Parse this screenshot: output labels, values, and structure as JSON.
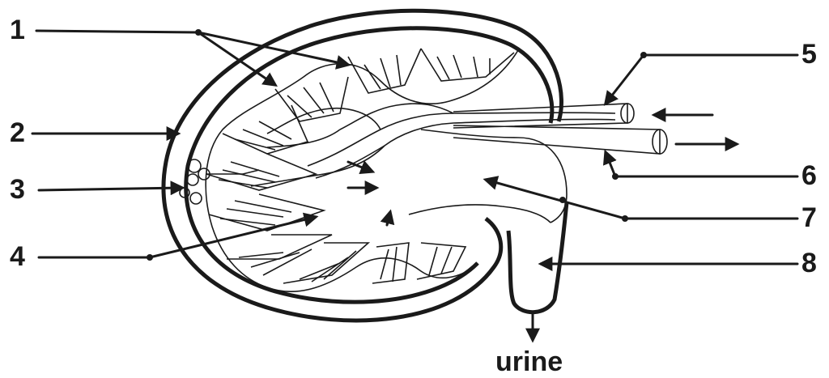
{
  "labels": {
    "l1": "1",
    "l2": "2",
    "l3": "3",
    "l4": "4",
    "l5": "5",
    "l6": "6",
    "l7": "7",
    "l8": "8",
    "urine": "urine"
  }
}
